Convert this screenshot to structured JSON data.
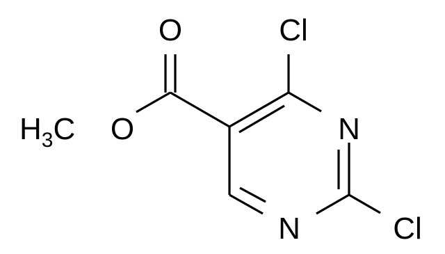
{
  "molecule": {
    "atoms": {
      "carbonyl_oxygen": "O",
      "ester_oxygen": "O",
      "chlorine_top": "Cl",
      "chlorine_bottom": "Cl",
      "nitrogen_upper": "N",
      "nitrogen_lower": "N",
      "methyl": {
        "element": "H",
        "subscript": "3",
        "tail": "C"
      }
    }
  }
}
